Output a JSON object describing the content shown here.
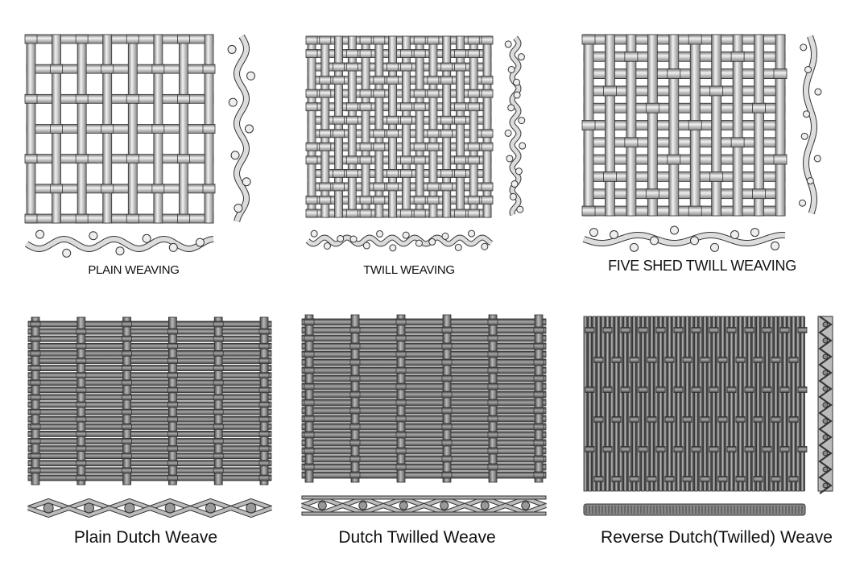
{
  "panels": [
    {
      "label": "PLAIN WEAVING"
    },
    {
      "label": "TWILL WEAVING"
    },
    {
      "label": "FIVE SHED TWILL WEAVING"
    },
    {
      "label": "Plain Dutch Weave"
    },
    {
      "label": "Dutch Twilled Weave"
    },
    {
      "label": "Reverse Dutch(Twilled) Weave"
    }
  ]
}
